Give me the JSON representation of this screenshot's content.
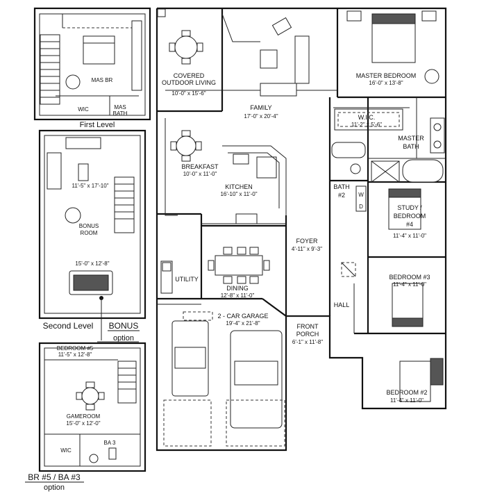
{
  "insets": {
    "first_level": {
      "caption": "First Level",
      "rooms": {
        "mas_br": "MAS BR",
        "wic": "WIC",
        "mas_bath_1": "MAS",
        "mas_bath_2": "BATH"
      }
    },
    "second_level": {
      "caption": "Second Level",
      "option_title": "BONUS",
      "option_subtitle": "option",
      "rooms": {
        "bonus_dim": "11'-5\" x 17'-10\"",
        "bonus_1": "BONUS",
        "bonus_2": "ROOM",
        "bonus_dim2": "15'-0\" x 12'-8\""
      }
    },
    "br5_option": {
      "caption": "BR #5 / BA #3",
      "subtitle": "option",
      "rooms": {
        "bedroom5": "BEDROOM #5",
        "bedroom5_dim": "11'-5\" x 12'-8\"",
        "gameroom": "GAMEROOM",
        "gameroom_dim": "15'-0\" x 12'-0\"",
        "wic": "WIC",
        "ba3": "BA 3"
      }
    }
  },
  "rooms": {
    "covered_1": "COVERED",
    "covered_2": "OUTDOOR LIVING",
    "covered_dim": "10'-0\" x 15'-6\"",
    "family": "FAMILY",
    "family_dim": "17'-0\" x 20'-4\"",
    "master_bedroom": "MASTER BEDROOM",
    "master_bedroom_dim": "16'-0\" x 13'-8\"",
    "wic": "W.I.C.",
    "wic_dim": "11'-2\" x 5'-6\"",
    "master_bath_1": "MASTER",
    "master_bath_2": "BATH",
    "breakfast": "BREAKFAST",
    "breakfast_dim": "10'-0\" x 11'-0\"",
    "kitchen": "KITCHEN",
    "kitchen_dim": "16'-10\" x 11'-0\"",
    "bath2_1": "BATH",
    "bath2_2": "#2",
    "study_1": "STUDY /",
    "study_2": "BEDROOM",
    "study_3": "#4",
    "study_dim": "11'-4\" x 11'-0\"",
    "foyer": "FOYER",
    "foyer_dim": "4'-11\" x 9'-3\"",
    "utility": "UTILITY",
    "dining": "DINING",
    "dining_dim": "12'-8\" x 11'-0\"",
    "bedroom3": "BEDROOM #3",
    "bedroom3_dim": "11'-4\" x 11'-0\"",
    "hall": "HALL",
    "garage": "2 - CAR GARAGE",
    "garage_dim": "19'-4\" x 21'-8\"",
    "porch_1": "FRONT",
    "porch_2": "PORCH",
    "porch_dim": "6'-1\" x 11'-8\"",
    "bedroom2": "BEDROOM #2",
    "bedroom2_dim": "11'-4\" x 11'-0\""
  },
  "appliance_labels": {
    "washer": "W",
    "dryer": "D"
  }
}
